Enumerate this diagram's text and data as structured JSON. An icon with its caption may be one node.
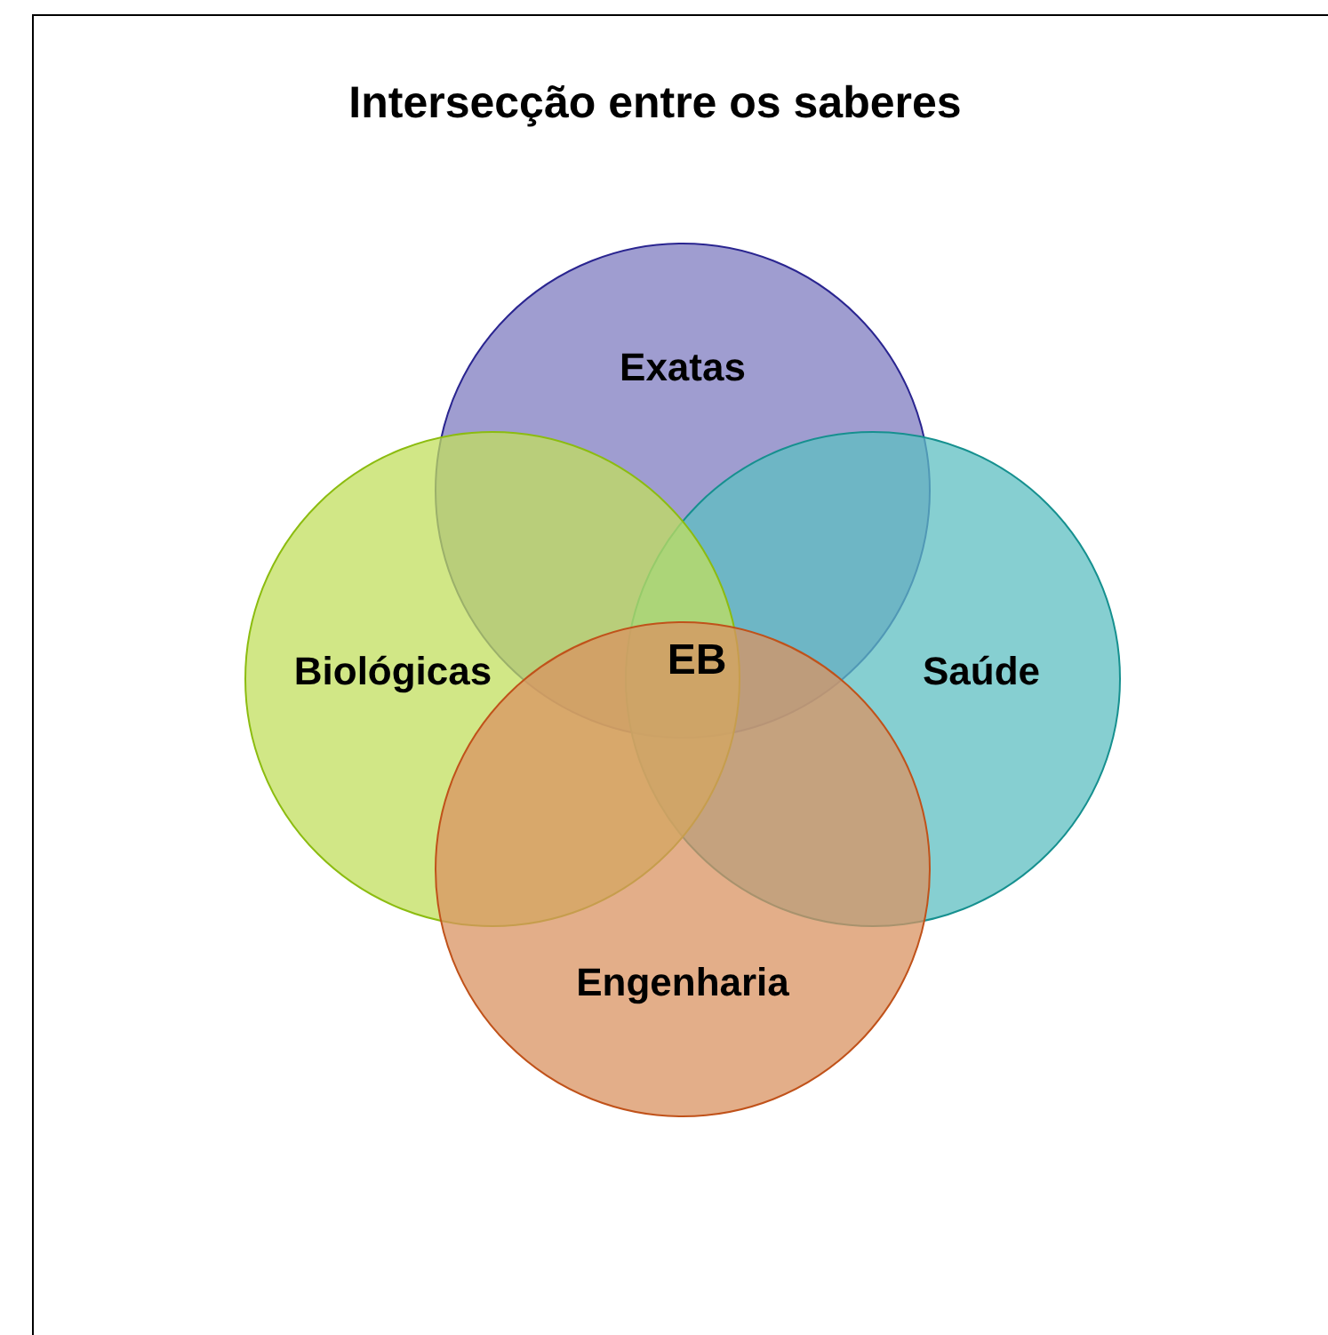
{
  "diagram": {
    "title": "Intersecção entre os saberes",
    "nodes": [
      {
        "text": [
          "Exatas"
        ]
      },
      {
        "text": [
          "Biológicas"
        ]
      },
      {
        "text": [
          "Saúde"
        ]
      },
      {
        "text": [
          "Engenharia"
        ]
      }
    ],
    "labels": [
      "EB"
    ]
  }
}
